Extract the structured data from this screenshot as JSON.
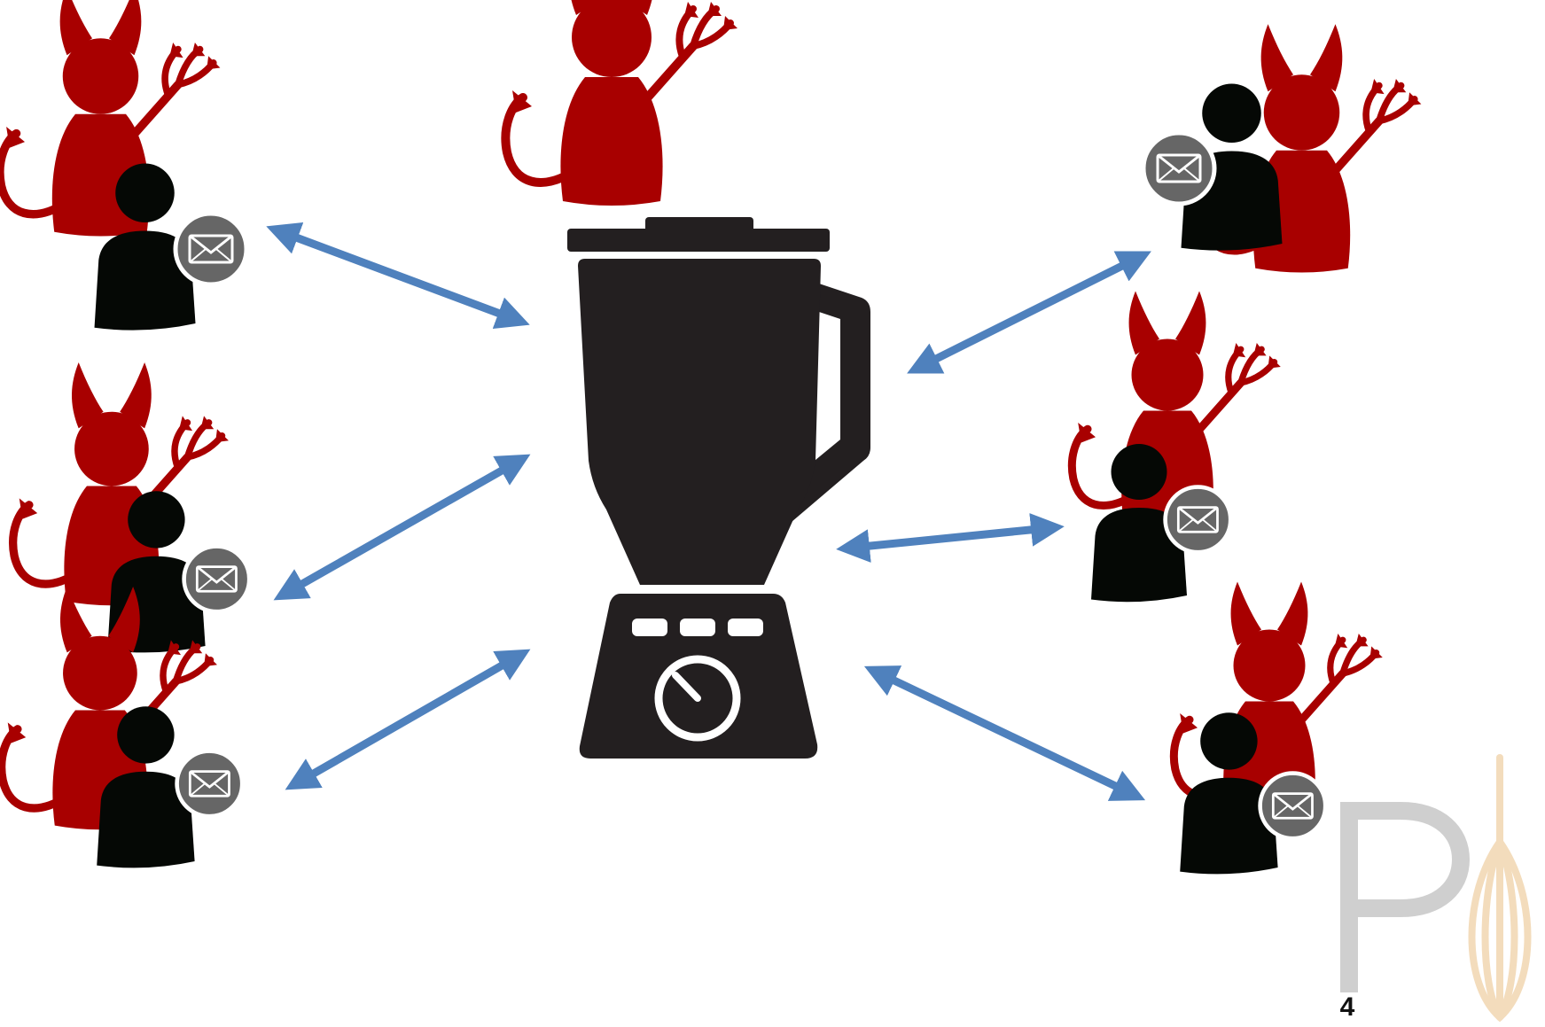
{
  "slide": {
    "page_number": "4"
  },
  "colors": {
    "devil": "#a80000",
    "person": "#050805",
    "badge_fill": "#666666",
    "badge_border": "#ffffff",
    "arrow": "#4f81bd",
    "blender": "#231f20",
    "logo_letter": "#cfcfcf",
    "logo_whisk": "#f3dcbc"
  },
  "icons": {
    "center": "blender-icon",
    "central_actor": "devil-icon",
    "participant_parts": [
      "devil-icon",
      "person-icon",
      "envelope-icon"
    ],
    "logo": "whisk-icon"
  },
  "participants": [
    {
      "name": "participant-top-left",
      "composition": "devil-behind-person-with-envelope"
    },
    {
      "name": "participant-middle-left",
      "composition": "devil-behind-person-with-envelope"
    },
    {
      "name": "participant-bottom-left",
      "composition": "devil-behind-person-with-envelope"
    },
    {
      "name": "participant-top-right",
      "composition": "person-with-envelope-beside-devil"
    },
    {
      "name": "participant-middle-right",
      "composition": "devil-behind-person-with-envelope"
    },
    {
      "name": "participant-bottom-right",
      "composition": "devil-behind-person-with-envelope"
    }
  ],
  "connections": {
    "style": "double-headed-arrow",
    "count": 6
  }
}
